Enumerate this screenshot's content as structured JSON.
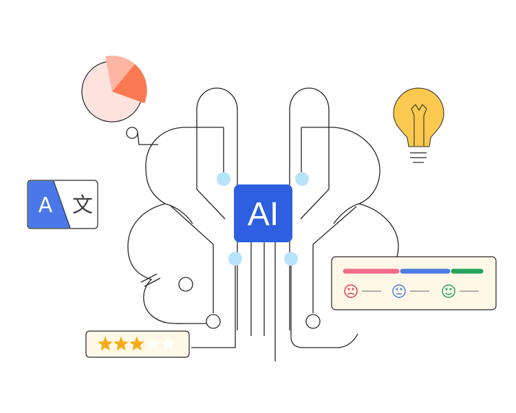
{
  "chip": {
    "label": "AI",
    "color": "#2d5fe0"
  },
  "translate_card": {
    "source_glyph": "A",
    "target_glyph": "文",
    "accent": "#4a78e8"
  },
  "pie": {
    "slices": [
      {
        "name": "light-slice",
        "color": "#fbb5a0"
      },
      {
        "name": "accent-slice",
        "color": "#f97a52"
      },
      {
        "name": "base",
        "color": "#fde2dd"
      }
    ]
  },
  "rating": {
    "filled": 3,
    "total": 5,
    "star_color": "#f7ab14"
  },
  "sentiment": {
    "bars": [
      "#f06c8b",
      "#4c7be3",
      "#25a35a"
    ],
    "faces": [
      {
        "mood": "sad",
        "color": "#e53950"
      },
      {
        "mood": "neutral",
        "color": "#4c7be3"
      },
      {
        "mood": "happy",
        "color": "#25a35a"
      }
    ]
  },
  "colors": {
    "line": "#202124",
    "node": "#b7e3fb",
    "bulb": "#fbc94f",
    "card_bg": "#fff8e6"
  }
}
